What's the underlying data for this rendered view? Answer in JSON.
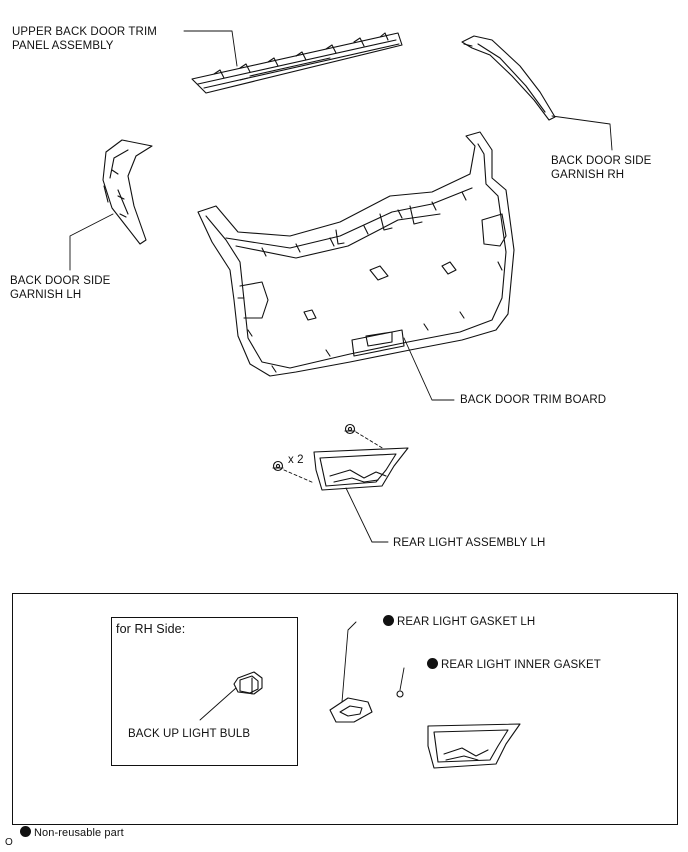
{
  "labels": {
    "upper_back_door_trim": [
      "UPPER BACK DOOR TRIM",
      "PANEL ASSEMBLY"
    ],
    "side_garnish_rh": [
      "BACK DOOR SIDE",
      "GARNISH RH"
    ],
    "side_garnish_lh": [
      "BACK DOOR SIDE",
      "GARNISH LH"
    ],
    "trim_board": "BACK DOOR TRIM BOARD",
    "clip_qty": "x 2",
    "rear_light_lh": "REAR LIGHT ASSEMBLY LH",
    "rh_side_heading": "for RH Side:",
    "bulb": "BACK UP LIGHT BULB",
    "gasket_lh": "REAR LIGHT GASKET LH",
    "inner_gasket": "REAR LIGHT INNER GASKET",
    "legend_non_reusable": "Non-reusable part",
    "corner_mark": "O"
  },
  "icons": {
    "non_reusable_marker": "filled-circle-icon"
  },
  "colors": {
    "line": "#111111",
    "background": "#ffffff"
  }
}
